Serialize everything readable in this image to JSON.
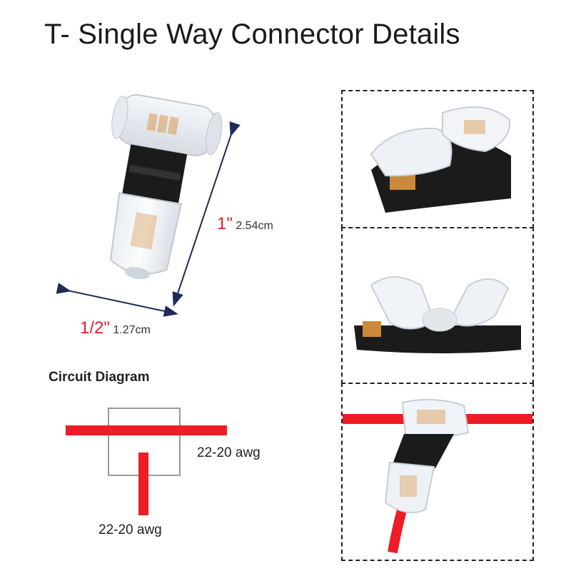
{
  "title": "T- Single Way Connector Details",
  "dimensions": {
    "length_inch": "1\"",
    "length_cm": "2.54cm",
    "width_inch": "1/2\"",
    "width_cm": "1.27cm"
  },
  "circuit": {
    "title": "Circuit Diagram",
    "main_wire_gauge": "22-20 awg",
    "tap_wire_gauge": "22-20 awg"
  },
  "colors": {
    "wire_red": "#ee1c24",
    "dimension_red": "#e3202a",
    "arrow_navy": "#1f2a5a",
    "housing_black": "#1b1b1b"
  }
}
